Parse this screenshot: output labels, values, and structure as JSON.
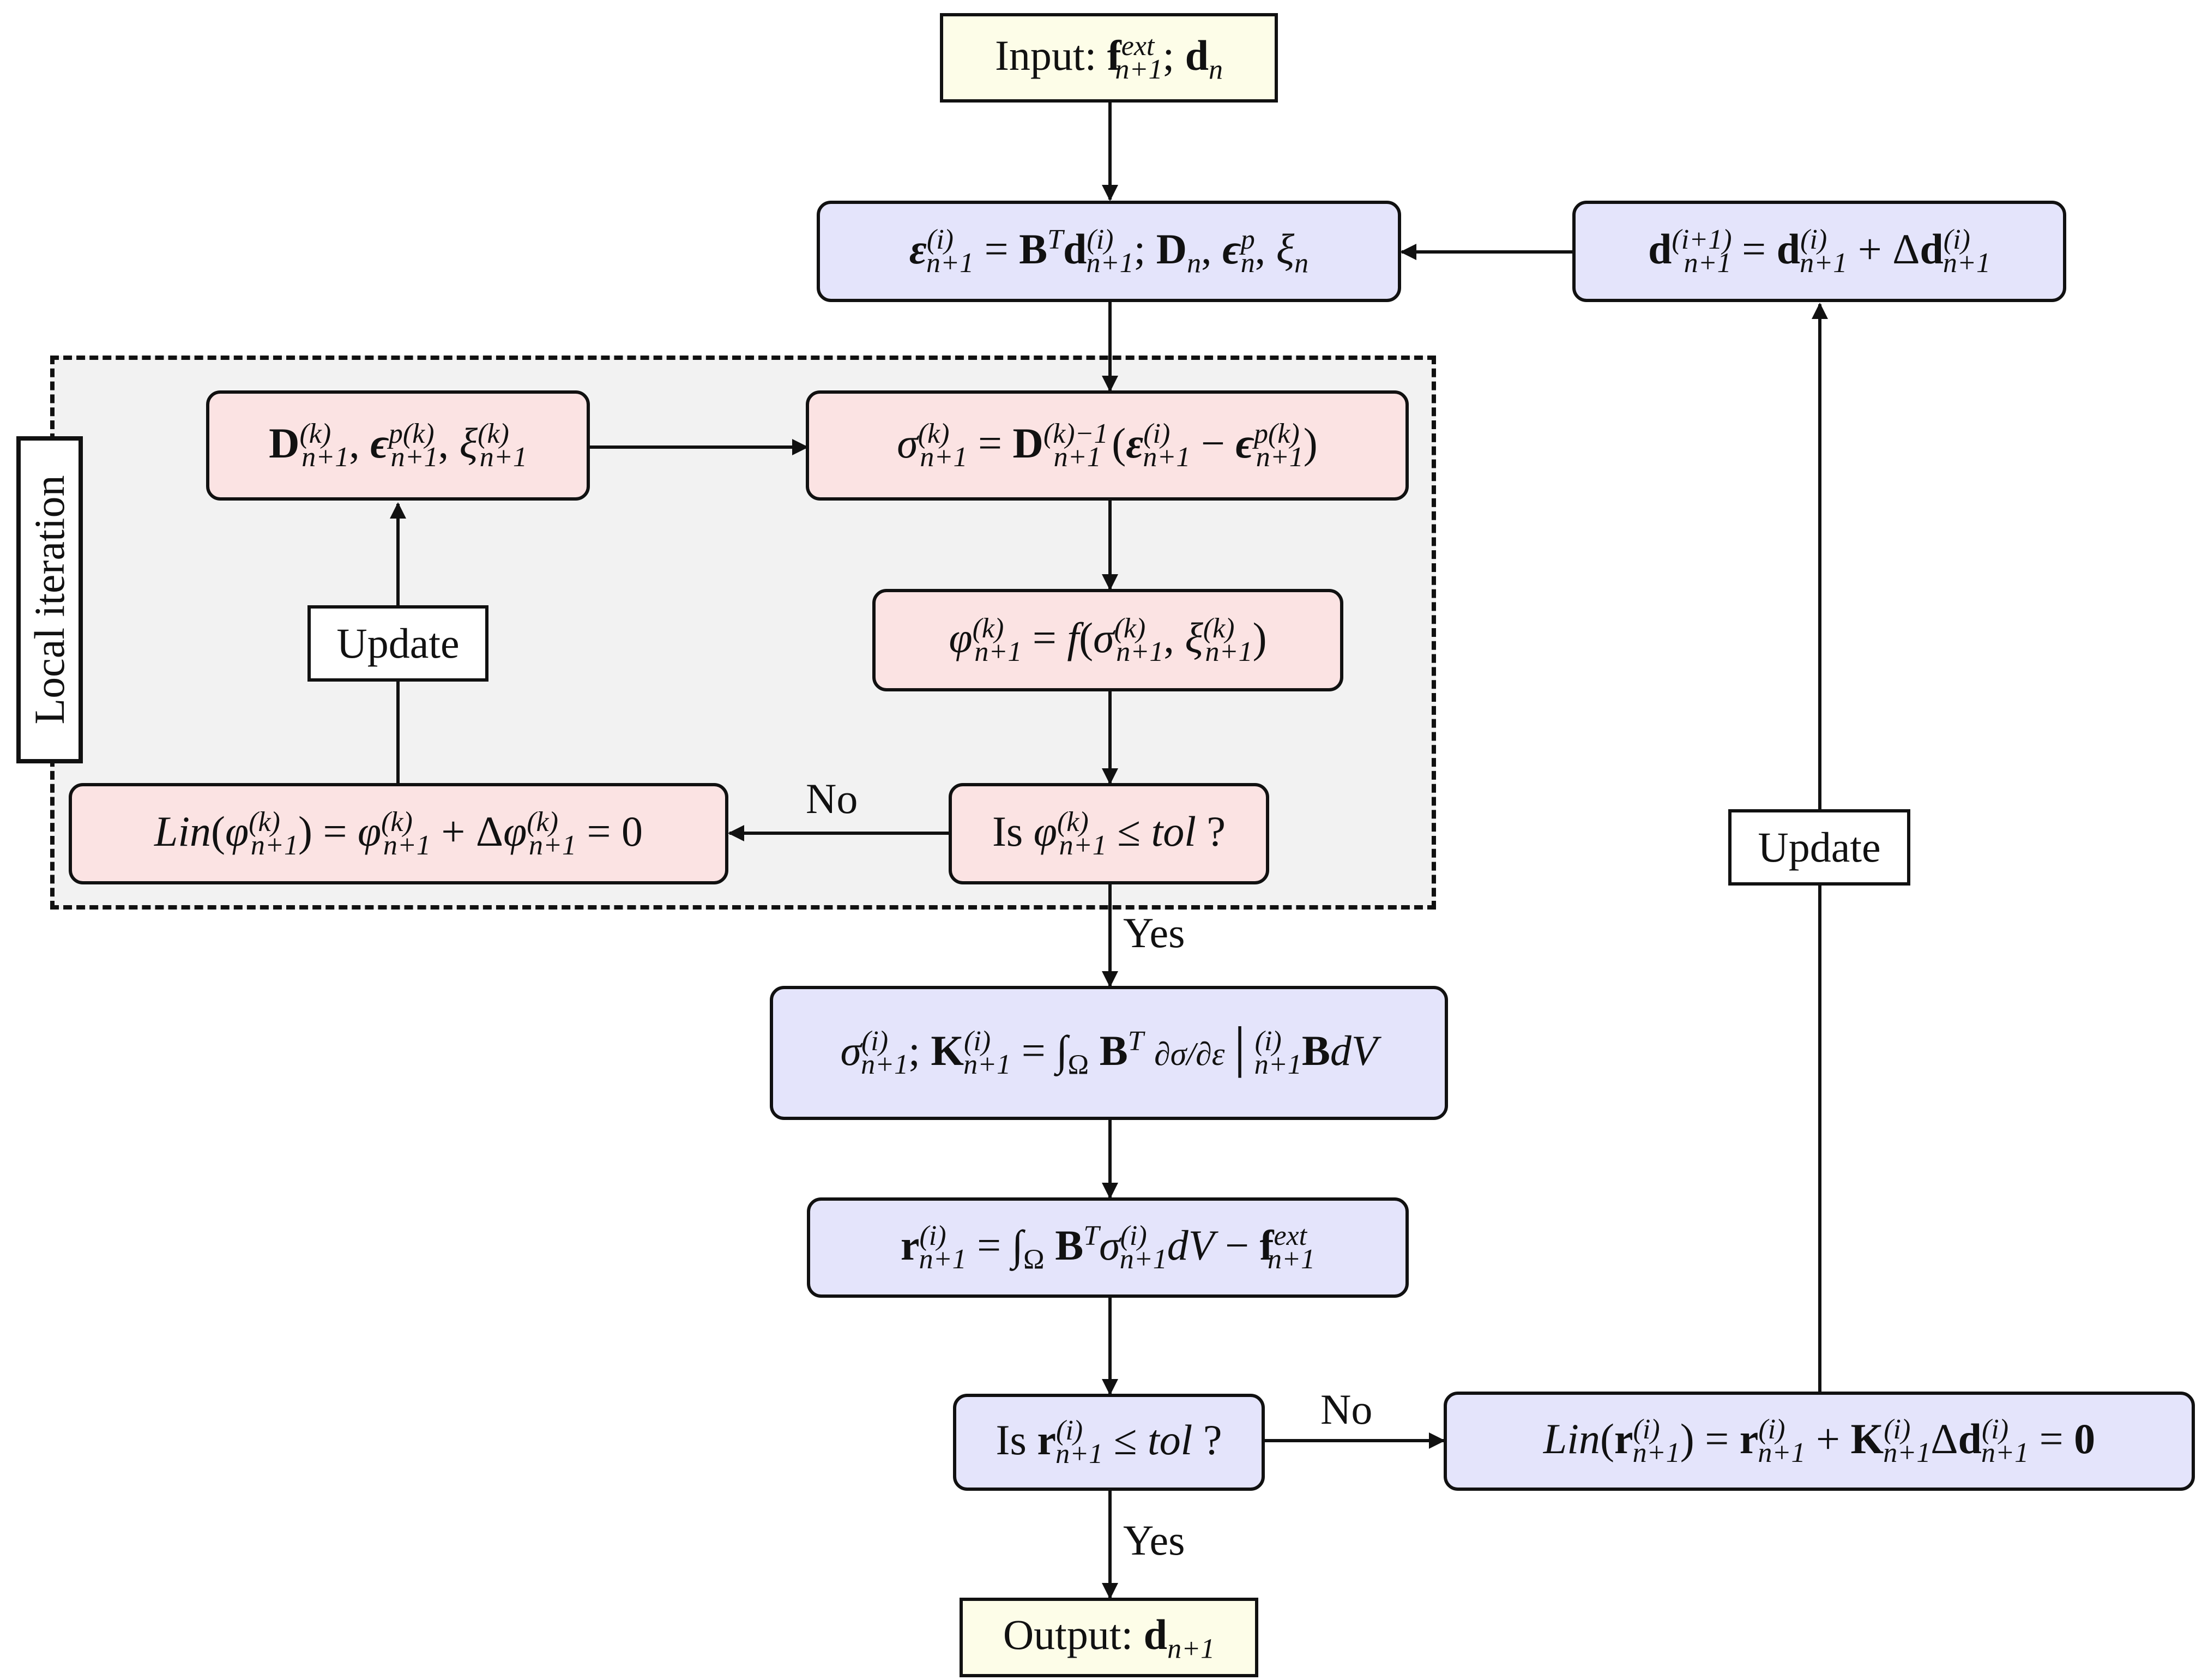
{
  "local_iteration_label": "Local iteration",
  "nodes": {
    "input": "Input: f^{ext}_{n+1}; d_n",
    "strain": "ε^{(i)}_{n+1} = B^T d^{(i)}_{n+1}; D_n, ε^p_n, ξ_n",
    "disp_update": "d^{(i+1)}_{n+1} = d^{(i)}_{n+1} + Δd^{(i)}_{n+1}",
    "local_vars": "D^{(k)}_{n+1}, ε^{p(k)}_{n+1}, ξ^{(k)}_{n+1}",
    "stress": "σ^{(k)}_{n+1} = D^{(k)-1}_{n+1} (ε^{(i)}_{n+1} − ε^{p(k)}_{n+1})",
    "yield_fn": "φ^{(k)}_{n+1} = f(σ^{(k)}_{n+1}, ξ^{(k)}_{n+1})",
    "local_check": "Is φ^{(k)}_{n+1} ≤ tol ?",
    "local_lin": "Lin(φ^{(k)}_{n+1}) = φ^{(k)}_{n+1} + Δφ^{(k)}_{n+1} = 0",
    "local_update": "Update",
    "tangent": "σ^{(i)}_{n+1}; K^{(i)}_{n+1} = ∫_Ω B^T ∂σ/∂ε |^{(i)}_{n+1} B dV",
    "residual": "r^{(i)}_{n+1} = ∫_Ω B^T σ^{(i)}_{n+1} dV − f^{ext}_{n+1}",
    "global_check": "Is r^{(i)}_{n+1} ≤ tol ?",
    "global_lin": "Lin(r^{(i)}_{n+1}) = r^{(i)}_{n+1} + K^{(i)}_{n+1} Δd^{(i)}_{n+1} = 0",
    "global_update": "Update",
    "output": "Output: d_{n+1}"
  },
  "edge_labels": {
    "local_no": "No",
    "local_yes": "Yes",
    "global_no": "No",
    "global_yes": "Yes"
  },
  "colors": {
    "io_fill": "#fdfde8",
    "global_fill": "#e4e4fb",
    "local_fill": "#fbe3e3",
    "local_region_fill": "#f2f2f2"
  }
}
